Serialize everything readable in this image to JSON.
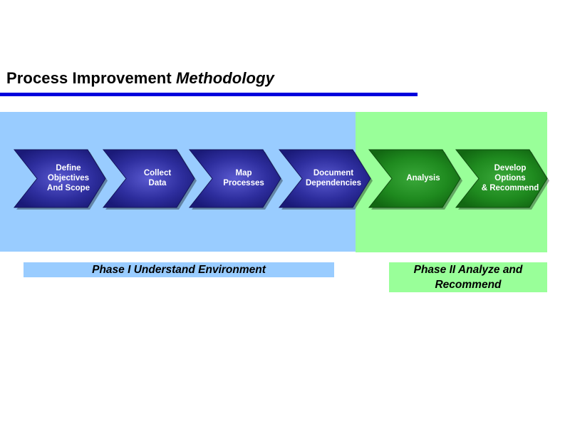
{
  "header": {
    "title_regular": "Process Improvement",
    "title_italic": "Methodology"
  },
  "colors": {
    "title_rule": "#0000dd",
    "phase1_bg": "#99ccff",
    "phase2_bg": "#99ff99",
    "chevron_blue": "#2e2e9e",
    "chevron_green": "#1f8a1f"
  },
  "steps": [
    {
      "lines": [
        "Define",
        "Objectives",
        "And Scope"
      ],
      "phase": 1
    },
    {
      "lines": [
        "Collect",
        "Data"
      ],
      "phase": 1
    },
    {
      "lines": [
        "Map",
        "Processes"
      ],
      "phase": 1
    },
    {
      "lines": [
        "Document",
        "Dependencies"
      ],
      "phase": 1
    },
    {
      "lines": [
        "Analysis"
      ],
      "phase": 2
    },
    {
      "lines": [
        "Develop",
        "Options",
        "& Recommend"
      ],
      "phase": 2
    }
  ],
  "phases": {
    "phase1": "Phase I Understand Environment",
    "phase2_line1": "Phase II Analyze and",
    "phase2_line2": "Recommend"
  }
}
